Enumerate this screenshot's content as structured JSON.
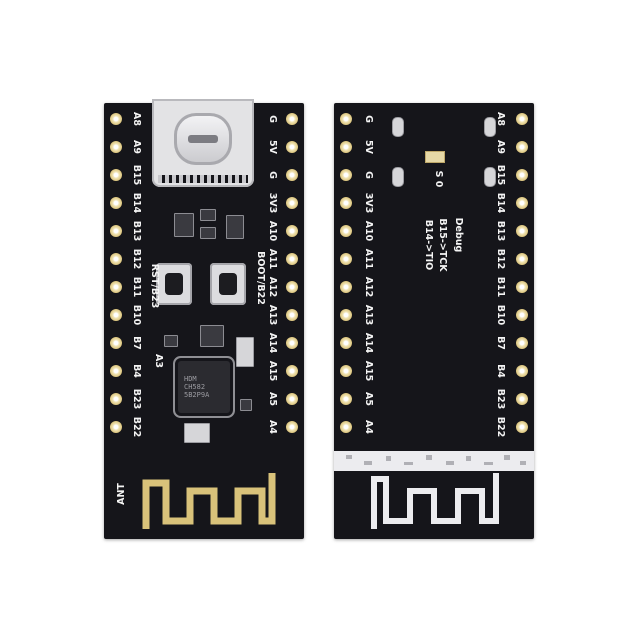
{
  "front_board": {
    "left_pins": [
      "A8",
      "A9",
      "B15",
      "B14",
      "B13",
      "B12",
      "B11",
      "B10",
      "B7",
      "B4",
      "B23",
      "B22"
    ],
    "right_pins": [
      "G",
      "5V",
      "G",
      "3V3",
      "A10",
      "A11",
      "A12",
      "A13",
      "A14",
      "A15",
      "A5",
      "A4"
    ],
    "button_labels": [
      "RST/B23",
      "BOOT/B22"
    ],
    "chip_marking": "HDM\nCH582\n5B2P9A",
    "misc_label": "A3",
    "antenna_label": "ANT"
  },
  "back_board": {
    "left_pins": [
      "G",
      "5V",
      "G",
      "3V3",
      "A10",
      "A11",
      "A12",
      "A13",
      "A14",
      "A15",
      "A5",
      "A4"
    ],
    "right_pins": [
      "A8",
      "A9",
      "B15",
      "B14",
      "B13",
      "B12",
      "B11",
      "B10",
      "B7",
      "B4",
      "B23",
      "B22"
    ],
    "debug_title": "Debug",
    "debug_lines": [
      "B15->TCK",
      "B14->TIO"
    ],
    "jumper_label": "S 0"
  },
  "colors": {
    "pcb": "#15151a",
    "silkscreen": "#f4f4f4",
    "gold": "#d9c27a"
  }
}
